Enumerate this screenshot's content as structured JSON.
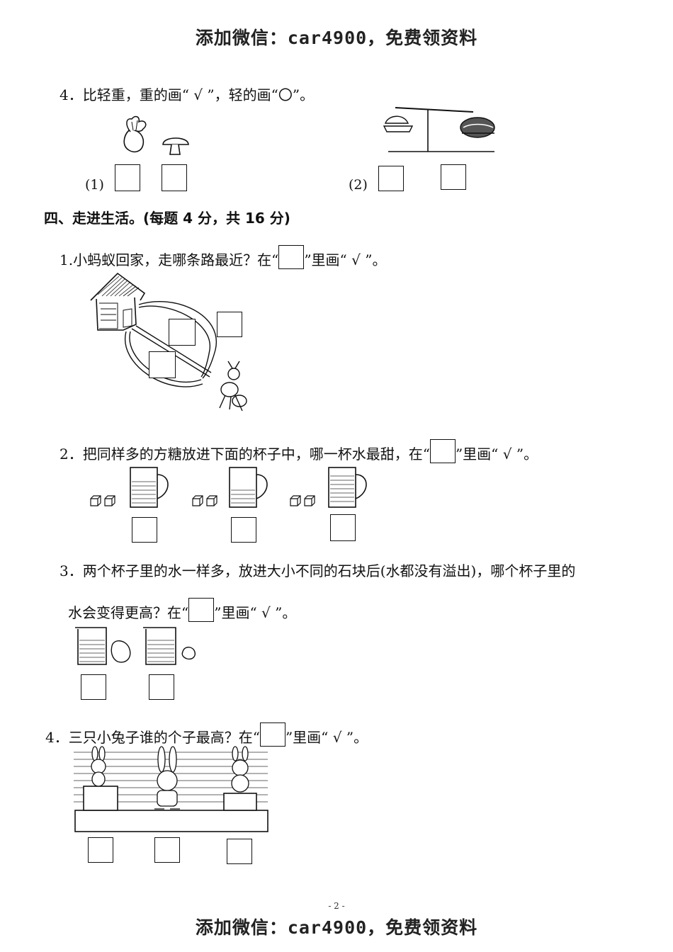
{
  "watermark_top": "添加微信：car4900，免费领资料",
  "watermark_bottom": "添加微信：car4900，免费领资料",
  "q4_weight": {
    "text": "4．比轻重，重的画“ √ ”，轻的画“〇”。",
    "label1": "(1)",
    "label2": "(2)"
  },
  "section4": {
    "title": "四、走进生活。(每题 4 分，共 16 分)"
  },
  "q1": {
    "before": "1.小蚂蚁回家，走哪条路最近？在“",
    "after": "”里画“ √ ”。"
  },
  "q2": {
    "before": "2．把同样多的方糖放进下面的杯子中，哪一杯水最甜，在“",
    "after": "”里画“ √ ”。"
  },
  "q3": {
    "line1": "3．两个杯子里的水一样多，放进大小不同的石块后(水都没有溢出)，哪个杯子里的",
    "before": "水会变得更高？在“",
    "after": "”里画“ √ ”。"
  },
  "q4_rabbit": {
    "before": "4．三只小兔子谁的个子最高？在“",
    "after": "”里画“ √ ”。"
  },
  "page_number": "- 2 -"
}
